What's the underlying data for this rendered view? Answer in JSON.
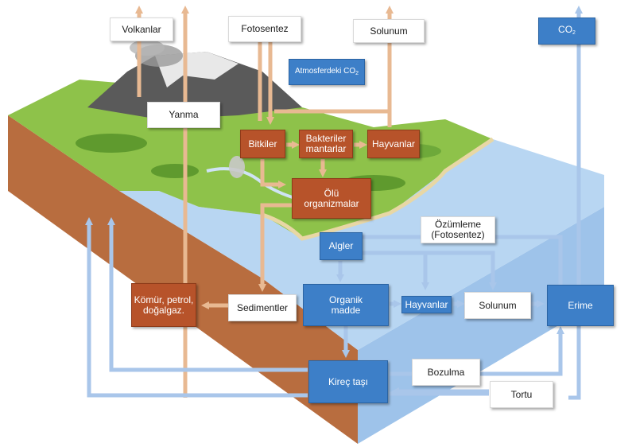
{
  "colors": {
    "carbon_land_box": "#b7532a",
    "carbon_ocean_box": "#3d7fc8",
    "land_flow_arrow": "#e8b992",
    "ocean_flow_arrow": "#a9c6ea",
    "terrain_grass": "#8ec24a",
    "terrain_soil": "#b86d3f",
    "ocean_water": "#b8d6f2"
  },
  "labels": {
    "volkanlar": "Volkanlar",
    "fotosentez_top": "Fotosentez",
    "solunum_top": "Solunum",
    "co2_base": "CO",
    "co2_sub": "2",
    "atmosfer_base": "Atmosferdeki CO",
    "atmosfer_sub": "2",
    "yanma": "Yanma",
    "bitkiler": "Bitkiler",
    "bakteriler_line1": "Bakteriler",
    "bakteriler_line2": "mantarlar",
    "hayvanlar_land": "Hayvanlar",
    "olu_line1": "Ölü",
    "olu_line2": "organizmalar",
    "ozumleme_line1": "Özümleme",
    "ozumleme_line2": "(Fotosentez)",
    "algler": "Algler",
    "komur_line1": "Kömür, petrol,",
    "komur_line2": "doğalgaz.",
    "sedimentler": "Sedimentler",
    "organik_line1": "Organik",
    "organik_line2": "madde",
    "hayvanlar_ocean": "Hayvanlar",
    "solunum_ocean": "Solunum",
    "erime": "Erime",
    "bozulma": "Bozulma",
    "kirec_tasi": "Kireç taşı",
    "tortu": "Tortu"
  }
}
